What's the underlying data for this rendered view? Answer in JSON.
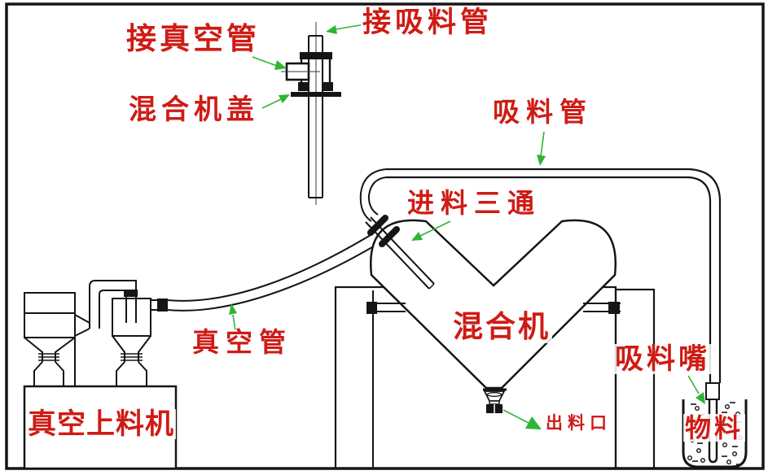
{
  "diagram": {
    "labels": {
      "connect_suction_pipe": "接吸料管",
      "connect_vacuum_pipe": "接真空管",
      "mixer_cover": "混合机盖",
      "suction_pipe": "吸料管",
      "feed_tee": "进料三通",
      "vacuum_pipe": "真空管",
      "mixer": "混合机",
      "suction_nozzle": "吸料嘴",
      "discharge_outlet": "出料口",
      "material": "物料",
      "vacuum_feeder": "真空上料机"
    },
    "colors": {
      "label_red": "#cf1b15",
      "arrow_green": "#2db535",
      "line_black": "#151515",
      "background": "#ffffff"
    }
  }
}
